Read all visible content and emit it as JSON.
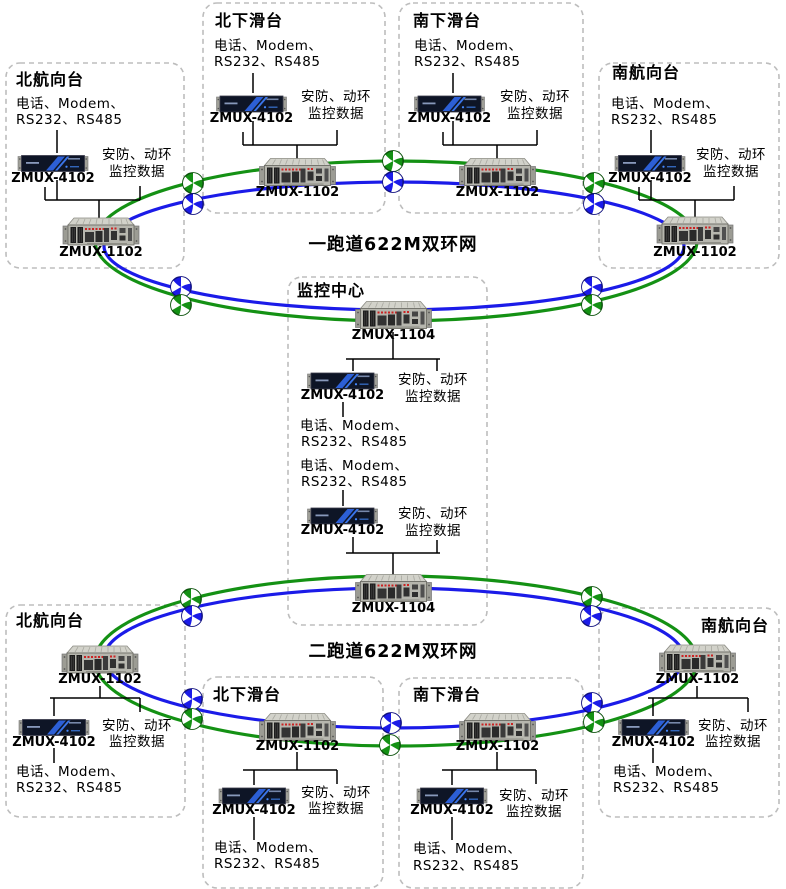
{
  "stations": {
    "north_localizer": "北航向台",
    "north_glideslope": "北下滑台",
    "south_glideslope": "南下滑台",
    "south_localizer": "南航向台",
    "control_center": "监控中心"
  },
  "rings": {
    "ring1_label": "一跑道622M双环网",
    "ring2_label": "二跑道622M双环网"
  },
  "port_labels": {
    "phone_modem": "电话、Modem、",
    "serial": "RS232、RS485",
    "security_line1": "安防、动环",
    "security_line2": "监控数据"
  },
  "device_models": {
    "zmux_1102": "ZMUX-1102",
    "zmux_4102": "ZMUX-4102",
    "zmux_1104": "ZMUX-1104"
  },
  "colors": {
    "fiber_green": "#149114",
    "fiber_blue": "#1b1be8",
    "box_dash": "#bdbdbd",
    "device_chassis_gray": "#b6b6ae",
    "device_panel_dark": "#101828",
    "led_red": "#cc2222"
  },
  "icons": {
    "fiber_node_green": "globe-swirl-green",
    "fiber_node_blue": "globe-swirl-blue"
  }
}
